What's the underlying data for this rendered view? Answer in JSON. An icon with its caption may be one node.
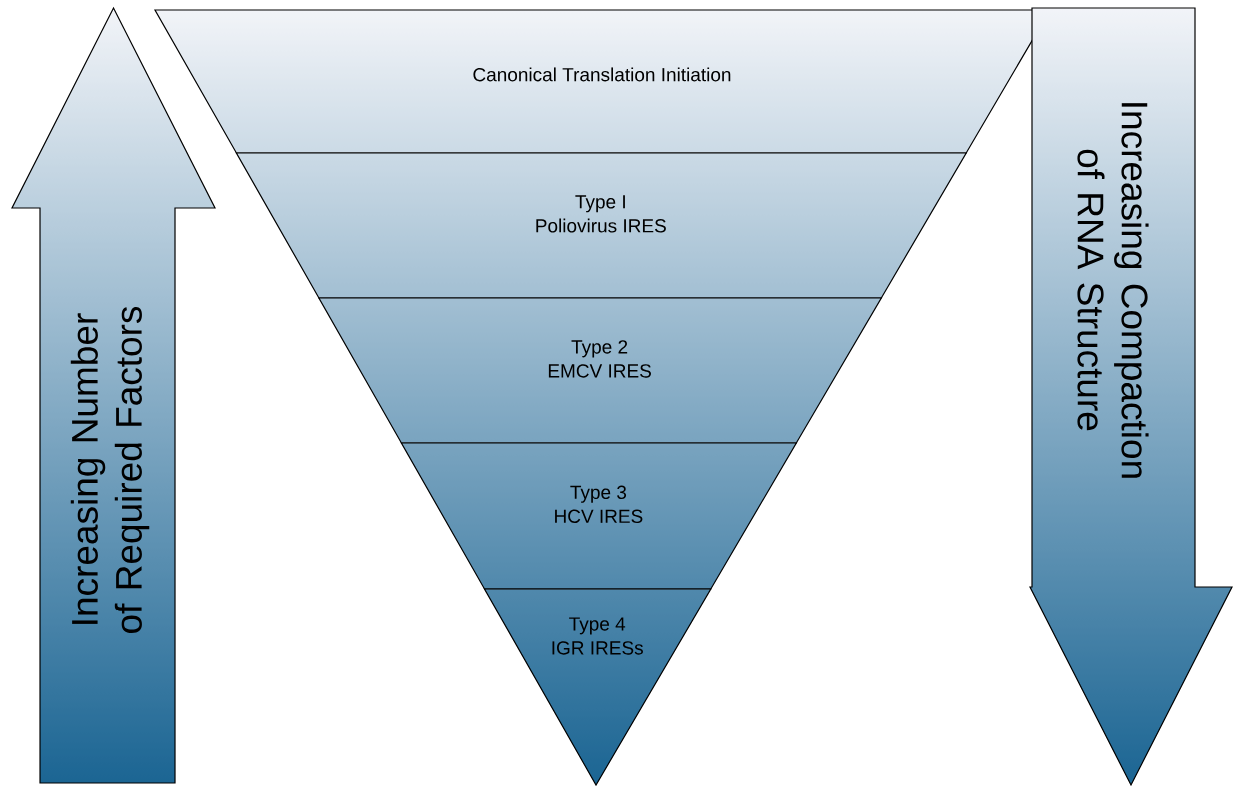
{
  "diagram": {
    "nodes": [
      {
        "text": [
          "Increasing Number of Required Factors"
        ]
      },
      {
        "text": [
          "Canonical Translation Initiation"
        ]
      },
      {
        "text": [
          "Type I",
          "Poliovirus IRES"
        ]
      },
      {
        "text": [
          "Type 2",
          "EMCV IRES"
        ]
      },
      {
        "text": [
          "Type 3",
          "HCV IRES"
        ]
      },
      {
        "text": [
          "Type 4",
          "IGR IRESs"
        ]
      },
      {
        "text": [
          "Increasing Compaction of RNA Structure"
        ]
      }
    ]
  }
}
